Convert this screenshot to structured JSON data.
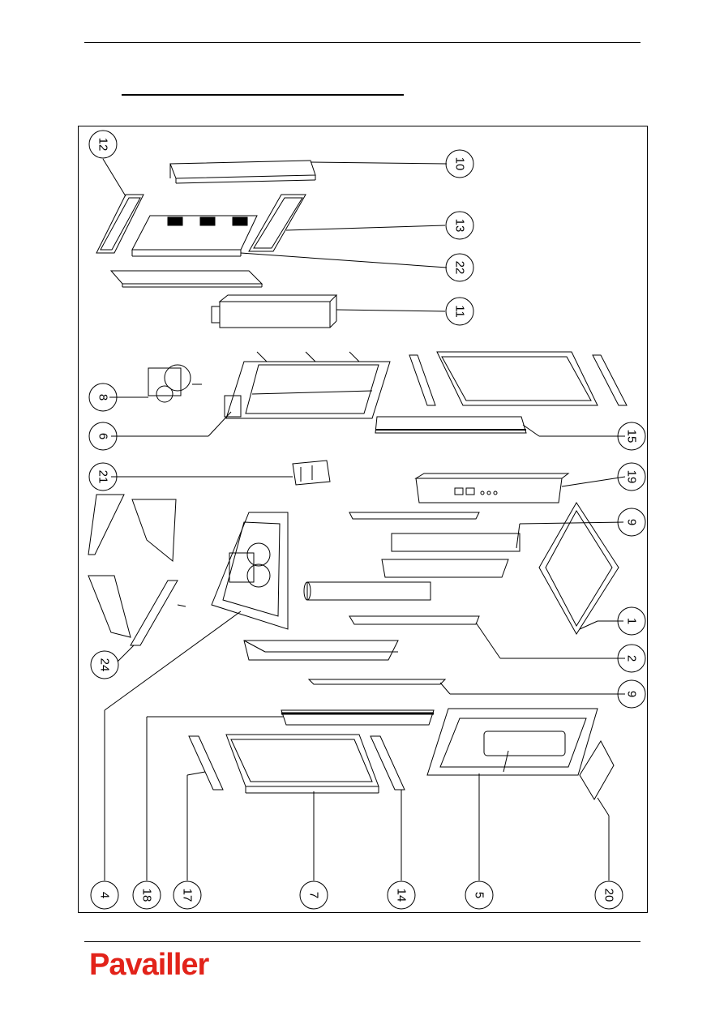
{
  "brand": {
    "logo_text": "Pavailler",
    "color": "#e2231a"
  },
  "callouts": [
    "12",
    "10",
    "13",
    "22",
    "11",
    "8",
    "6",
    "15",
    "21",
    "19",
    "9",
    "1",
    "24",
    "2",
    "9",
    "4",
    "18",
    "17",
    "7",
    "14",
    "5",
    "20"
  ]
}
